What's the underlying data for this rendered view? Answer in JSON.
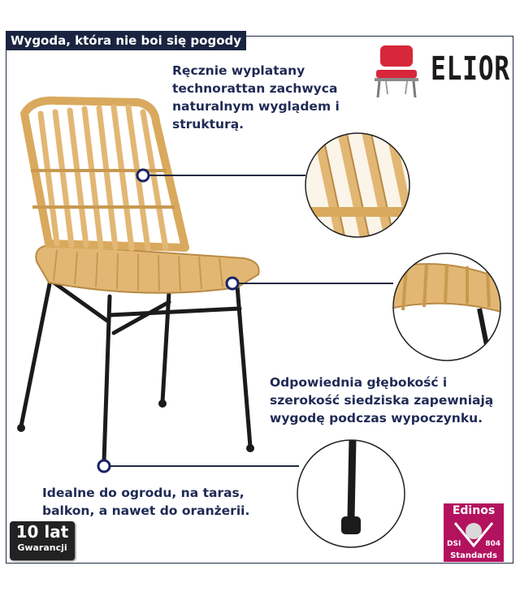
{
  "header": {
    "title": "Wygoda, która nie boi się pogody"
  },
  "brand": {
    "name": "ELIOR",
    "icon": "red-chair-icon",
    "accent": "#d8263a"
  },
  "features": [
    {
      "text": "Ręcznie wyplatany\ntechnorattan zachwyca\nnaturalnym wyglądem i\nstrukturą."
    },
    {
      "text": "Odpowiednia głębokość i\nszerokość siedziska zapewniają\nwygodę podczas wypoczynku."
    },
    {
      "text": "Idealne do ogrodu, na taras,\nbalkon, a nawet do oranżerii."
    }
  ],
  "warranty": {
    "big": "10 lat",
    "small": "Gwarancji"
  },
  "certificate": {
    "name": "Edinos",
    "left": "DSI",
    "number": "804",
    "standard": "Standards",
    "color": "#b3125f"
  },
  "colors": {
    "text": "#1f2a55",
    "title_bg": "#1a2440",
    "rattan": "#e2b774",
    "frame": "#1b1b1b"
  }
}
